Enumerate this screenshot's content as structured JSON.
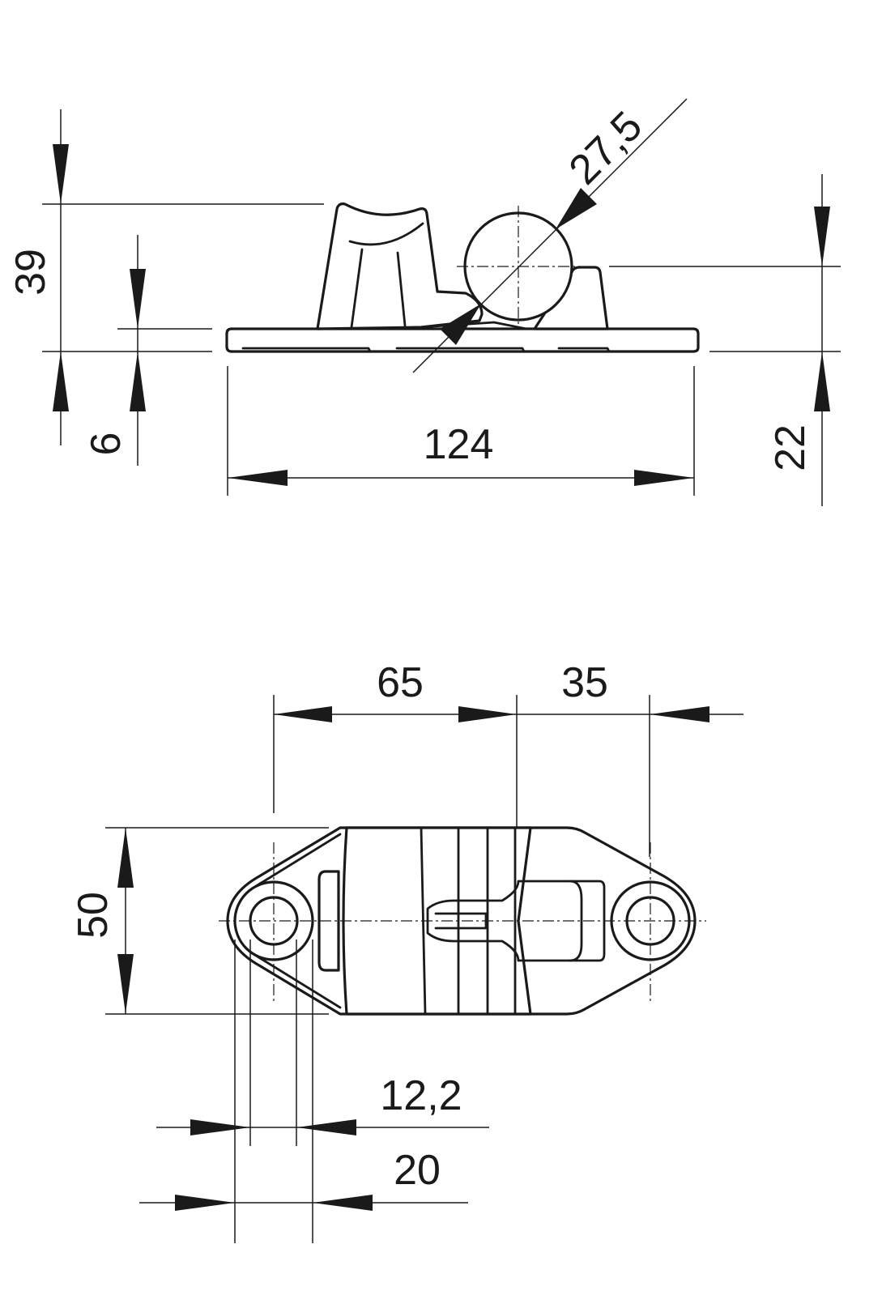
{
  "dimensions": {
    "height_total": "39",
    "base_thickness": "6",
    "length": "124",
    "ring_diameter": "27,5",
    "ring_height": "22",
    "hole_to_center": "65",
    "center_to_hole": "35",
    "width": "50",
    "hole_inner": "12,2",
    "hole_outer": "20"
  },
  "colors": {
    "line": "#1a1a1a",
    "background": "#ffffff"
  }
}
